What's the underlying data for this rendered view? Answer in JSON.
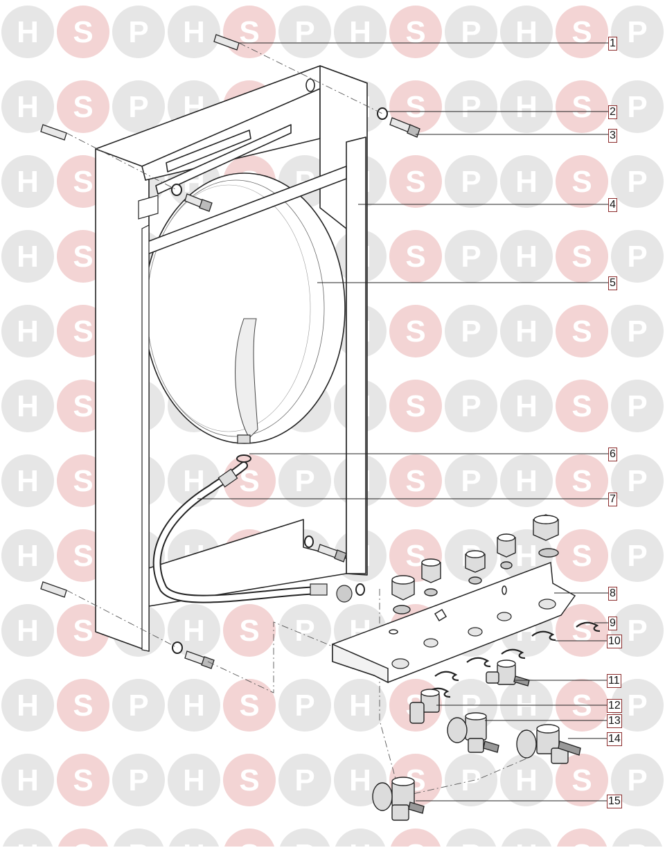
{
  "watermark": {
    "letters": [
      "H",
      "S",
      "P"
    ],
    "colors": {
      "grey": "#e6e6e6",
      "pink": "#f3d4d4",
      "letter": "#ffffff"
    }
  },
  "diagram": {
    "line_color": "#222222",
    "part_labels": [
      "1",
      "2",
      "3",
      "4",
      "5",
      "6",
      "7",
      "8",
      "9",
      "10",
      "11",
      "12",
      "13",
      "14",
      "15"
    ]
  }
}
